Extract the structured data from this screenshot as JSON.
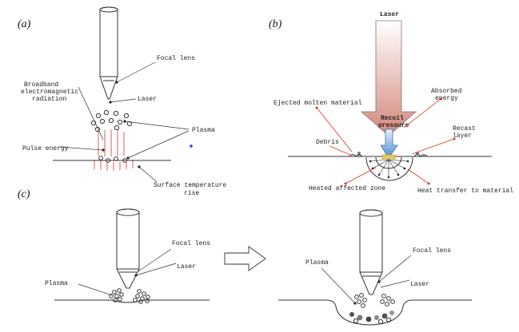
{
  "panels": {
    "a": {
      "label": "(a)",
      "focal_lens": "Focal lens",
      "laser": "Laser",
      "broadband_line1": "Broadband",
      "broadband_line2": "electromagnetic",
      "broadband_line3": "radiation",
      "plasma": "Plasma",
      "pulse_energy": "Pulse energy",
      "surface_line1": "Surface temperature",
      "surface_line2": "rise"
    },
    "b": {
      "label": "(b)",
      "laser": "Laser",
      "ejected": "Ejected molten material",
      "absorbed_line1": "Absorbed",
      "absorbed_line2": "energy",
      "recoil_line1": "Recoil",
      "recoil_line2": "pressure",
      "recast_line1": "Recast",
      "recast_line2": "layer",
      "debris": "Debris",
      "heated": "Heated affected zone",
      "heat_transfer": "Heat transfer to material"
    },
    "c": {
      "label": "(c)",
      "left_focal_lens": "Focal lens",
      "left_laser": "Laser",
      "left_plasma": "Plasma",
      "right_focal_lens": "Focal lens",
      "right_laser": "Laser",
      "right_plasma": "Plasma"
    }
  },
  "colors": {
    "laser_arrow_top": "#ffffff",
    "laser_arrow_bottom": "#d4877c",
    "recoil_arrow": "#6aa7d8",
    "red_lines": "#e0302a",
    "blue_dot": "#2a3fd8"
  }
}
